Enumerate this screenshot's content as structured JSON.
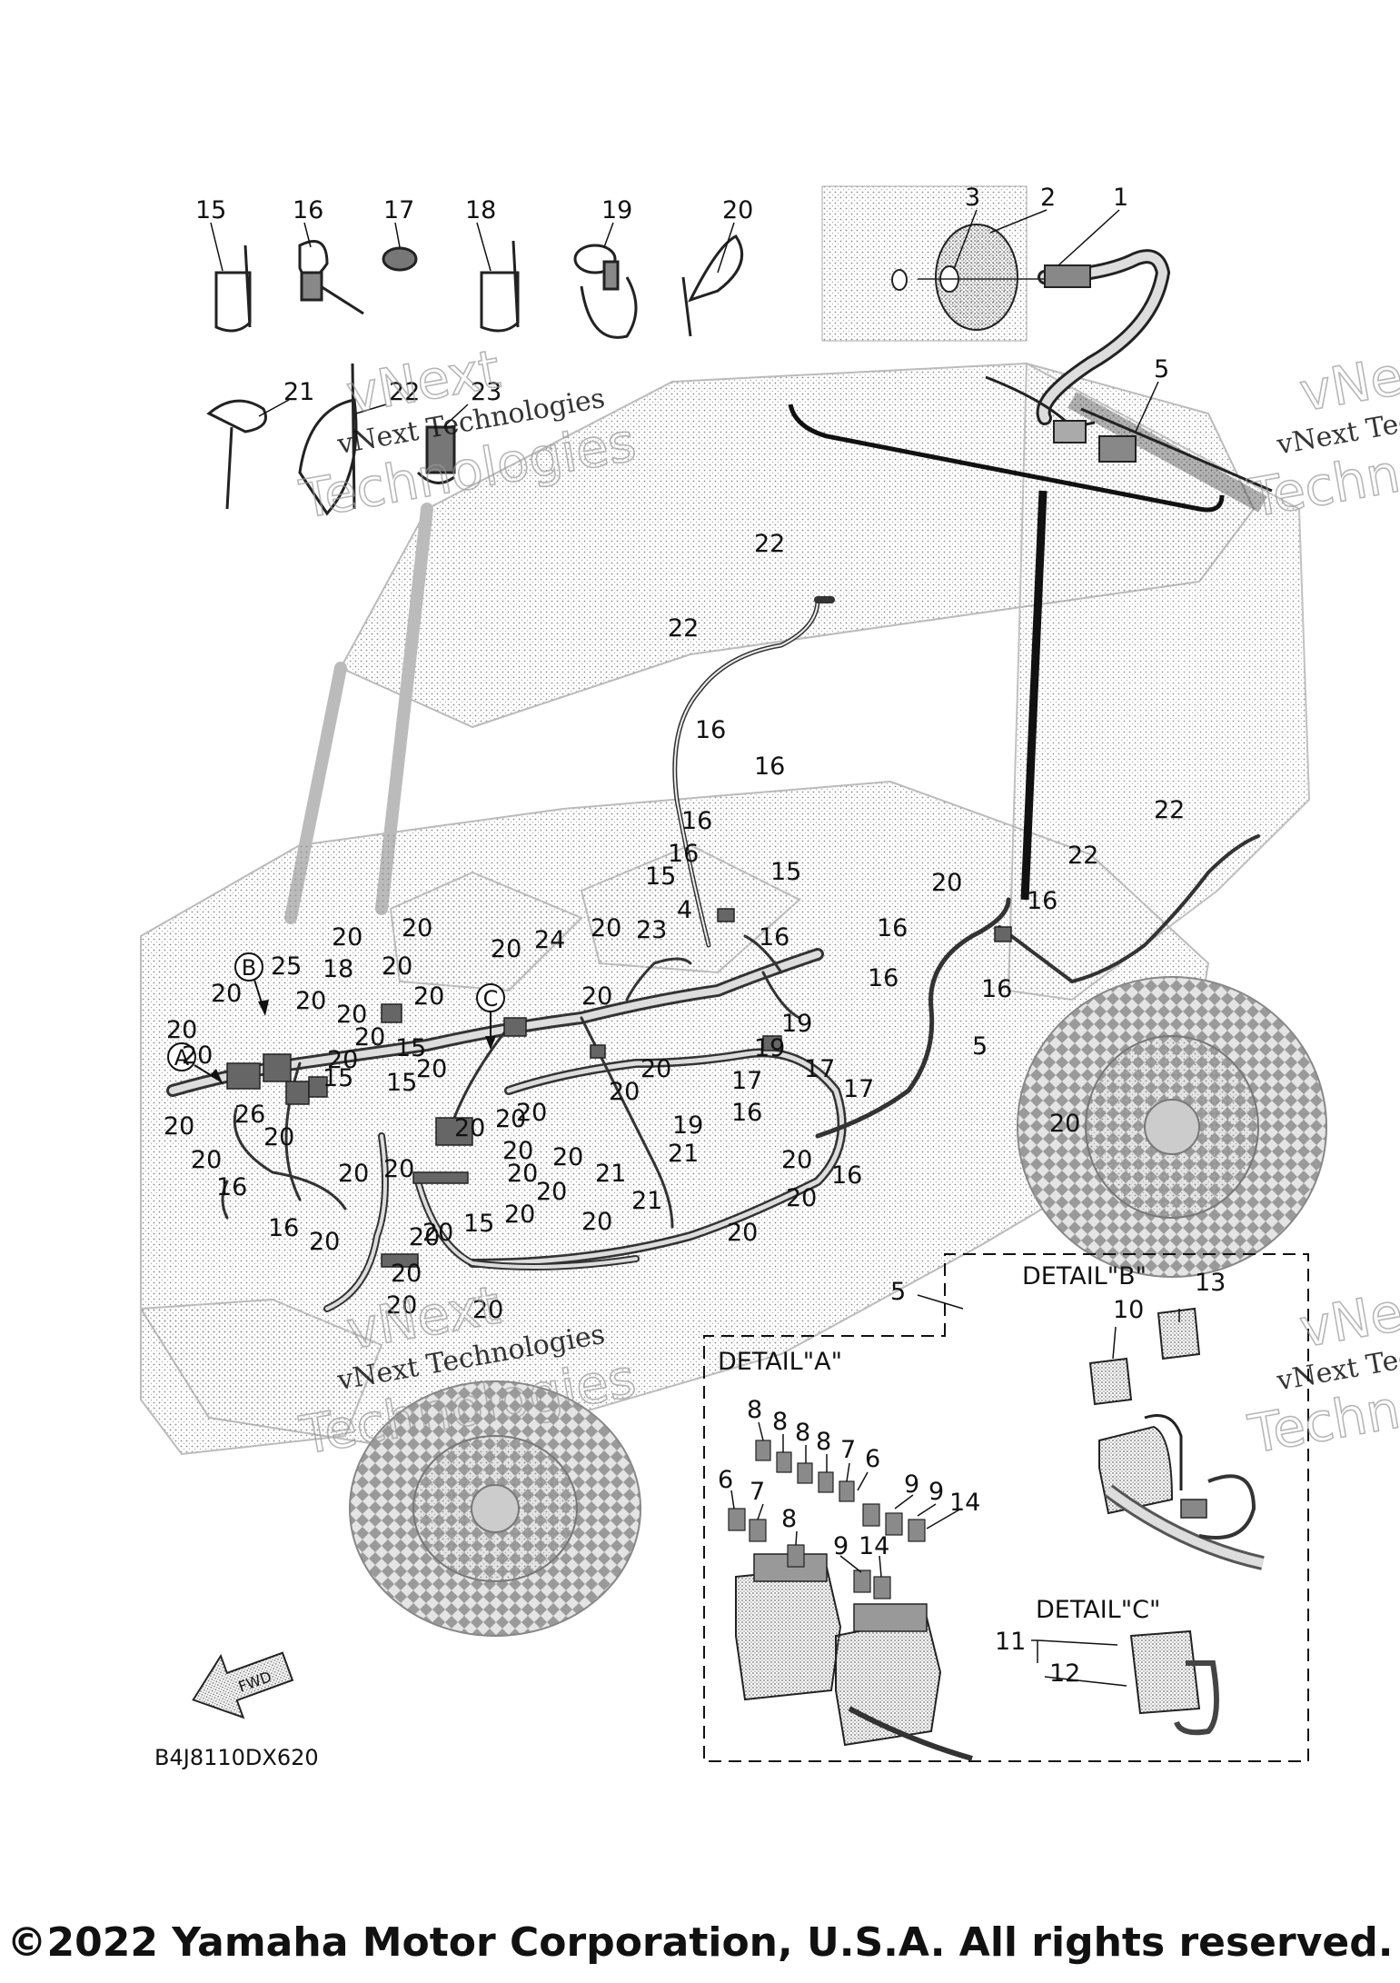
{
  "diagram": {
    "drawing_code": "B4J8110DX620",
    "fwd_label": "FWD",
    "copyright": "©2022 Yamaha Motor Corporation, U.S.A. All rights reserved.",
    "watermark": {
      "line1": "vNext Technologies",
      "line2": "Technologies",
      "line3": "vNext"
    },
    "details": {
      "a": "DETAIL\"A\"",
      "b": "DETAIL\"B\"",
      "c": "DETAIL\"C\""
    },
    "circle_markers": [
      "A",
      "B",
      "C"
    ],
    "top_callouts": [
      "15",
      "16",
      "17",
      "18",
      "19",
      "20",
      "21",
      "22",
      "23",
      "3",
      "2",
      "1",
      "5"
    ],
    "harness_callouts": [
      "22",
      "22",
      "16",
      "16",
      "16",
      "16",
      "15",
      "15",
      "4",
      "23",
      "16",
      "20",
      "24",
      "20",
      "20",
      "20",
      "25",
      "18",
      "20",
      "20",
      "20",
      "20",
      "20",
      "20",
      "15",
      "15",
      "20",
      "20",
      "20",
      "26",
      "20",
      "20",
      "16",
      "16",
      "20",
      "20",
      "20",
      "20",
      "20",
      "20",
      "20",
      "20",
      "20",
      "21",
      "21",
      "21",
      "20",
      "20",
      "20",
      "16",
      "17",
      "17",
      "17",
      "16",
      "19",
      "19",
      "19",
      "20",
      "20",
      "5",
      "16",
      "16",
      "16",
      "20",
      "22",
      "22",
      "15",
      "20",
      "20",
      "20",
      "20",
      "20",
      "20",
      "20",
      "15",
      "20",
      "20",
      "16",
      "20",
      "20",
      "20",
      "5"
    ],
    "detail_a_callouts": [
      "8",
      "8",
      "8",
      "8",
      "7",
      "6",
      "6",
      "7",
      "8",
      "9",
      "9",
      "14",
      "9",
      "14"
    ],
    "detail_b_callouts": [
      "10",
      "13"
    ],
    "detail_c_callouts": [
      "11",
      "12"
    ]
  }
}
